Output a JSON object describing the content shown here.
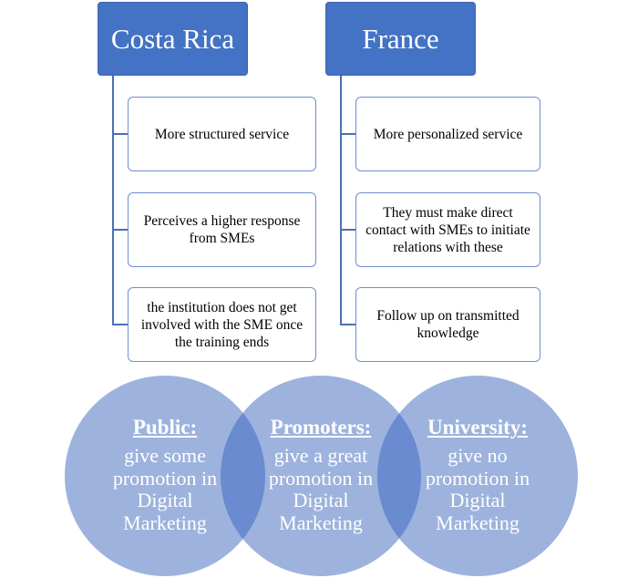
{
  "columns": [
    {
      "header": "Costa Rica",
      "items": [
        "More structured service",
        "Perceives a higher response from SMEs",
        "the institution does not get involved with the SME once the training ends"
      ]
    },
    {
      "header": "France",
      "items": [
        "More personalized service",
        "They must make direct contact with SMEs to initiate relations with these",
        "Follow up on transmitted knowledge"
      ]
    }
  ],
  "venn": [
    {
      "title": "Public:",
      "lines": [
        "give some",
        "promotion in",
        "Digital",
        "Marketing"
      ]
    },
    {
      "title": "Promoters:",
      "lines": [
        "give a great",
        "promotion in",
        "Digital",
        "Marketing"
      ]
    },
    {
      "title": "University:",
      "lines": [
        "give no",
        "promotion in",
        "Digital",
        "Marketing"
      ]
    }
  ],
  "colors": {
    "header_fill": "#4472c4",
    "box_border": "#6f8fcf",
    "circle_fill": "#9db3dd",
    "overlap_fill": "#6a8bcf"
  }
}
